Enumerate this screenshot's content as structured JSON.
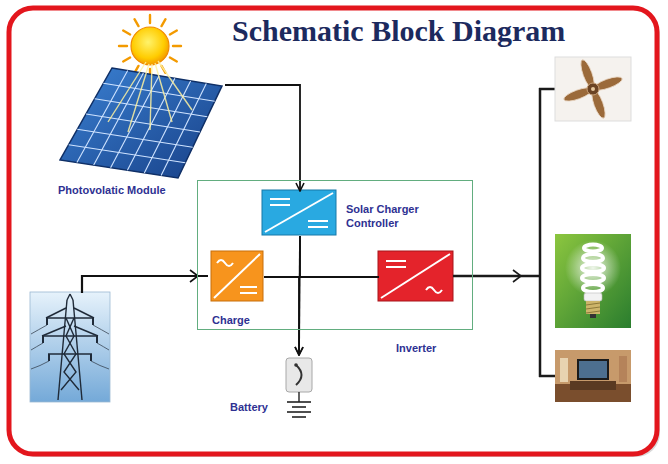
{
  "diagram": {
    "title": "Schematic Block Diagram",
    "nodes": [
      {
        "text": [
          "Photovolatic Module"
        ]
      },
      {
        "text": []
      },
      {
        "text": [
          "Solar Charger Controller"
        ],
        "in": 1
      },
      {
        "text": [
          "Charge"
        ],
        "in": 1
      },
      {
        "text": [
          "Inverter"
        ],
        "in": 1
      },
      {
        "text": [
          "Battery"
        ]
      }
    ],
    "edges": [
      {
        "from": 0,
        "to": 2,
        "arrow": "to"
      },
      {
        "from": 2,
        "to": 4,
        "arrow": "none"
      },
      {
        "from": 3,
        "to": 4,
        "arrow": "none"
      },
      {
        "from": 2,
        "to": 5,
        "arrow": "to"
      },
      {
        "from": 3,
        "to": 5,
        "arrow": "to"
      }
    ]
  }
}
